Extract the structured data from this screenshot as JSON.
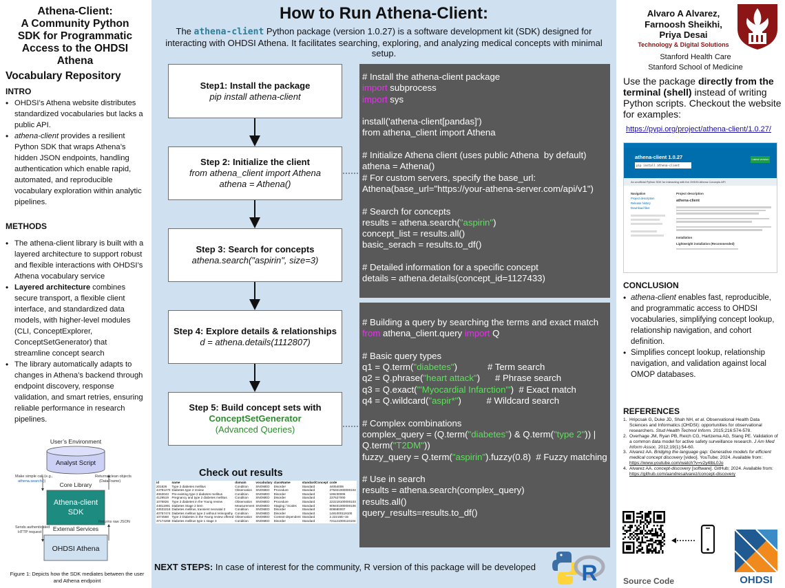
{
  "left": {
    "title_lines": [
      "Athena-Client:",
      "A Community Python",
      "SDK for Programmatic",
      "Access to the OHDSI",
      "Athena"
    ],
    "title_last": "Vocabulary Repository",
    "intro_heading": "INTRO",
    "intro": {
      "b1": "OHDSI’s Athena website distributes standardized vocabularies but lacks a public API.",
      "b2_em": "athena-client",
      "b2_rest": " provides a resilient Python SDK that wraps Athena’s hidden JSON endpoints, handling authentication which enable rapid, automated, and reproducible vocabulary exploration within analytic pipelines."
    },
    "methods_heading": "METHODS",
    "methods": {
      "b1": "The athena-client library is built with a layered architecture to support robust and flexible interactions with OHDSI’s Athena vocabulary service",
      "b2_bold": "Layered architecture",
      "b2_rest": " combines secure transport, a flexible client interface, and standardized data models, with higher-level modules (CLI, ConceptExplorer, ConceptSetGenerator) that streamline concept search",
      "b3": "The library automatically adapts to changes in Athena’s backend through endpoint discovery, response validation, and smart retries, ensuring reliable performance in research pipelines."
    },
    "figure": {
      "env": "User’s Environment",
      "analyst": "Analyst Script",
      "core": "Core Library",
      "sdk1": "Athena-client",
      "sdk2": "SDK",
      "ext": "External Services",
      "ohdsi": "OHDSI Athena",
      "call1": "Make simple call (e.g.,",
      "call2": "athena.search())",
      "ret1": "Returns clean objects",
      "ret2": "(DataFrame)",
      "http1": "Sends authenticated",
      "http2": "HTTP request",
      "json": "Returns raw JSON",
      "caption": "Figure 1: Depicts how the SDK mediates between the user and Athena endpoint"
    }
  },
  "center": {
    "title": "How to Run Athena-Client:",
    "intro_pre": "The ",
    "intro_pkg": "athena-client",
    "intro_post": " Python package (version 1.0.27) is a software development kit (SDK) designed for interacting with OHDSI Athena. It facilitates searching, exploring, and analyzing medical concepts with minimal setup.",
    "steps": [
      {
        "name": "Step1: Install the package",
        "code": "pip install athena-client"
      },
      {
        "name": "Step 2: Initialize the client",
        "code1": "from athena_client import Athena",
        "code2": "athena = Athena()"
      },
      {
        "name": "Step 3: Search for concepts",
        "code": "athena.search(\"aspirin\", size=3)"
      },
      {
        "name": "Step 4: Explore details & relationships",
        "code": "d = athena.details(1112807)"
      },
      {
        "name": "Step 5:  Build concept sets with",
        "green": "ConceptSetGenerator",
        "sub": "(Advanced Queries)"
      }
    ],
    "code1": {
      "c1": "# Install the athena-client package",
      "kw_import": "import",
      "m1": " subprocess",
      "m2": " sys",
      "l_install": "install('athena-client[pandas]')",
      "l_from": "from athena_client import Athena",
      "c2": "# Initialize Athena client (uses public Athena  by default)",
      "l_athena": "athena = Athena()",
      "c3": "# For custom servers, specify the base_url:",
      "l_custom": "Athena(base_url=\"https://your-athena-server.com/api/v1\")",
      "c4": "# Search for concepts",
      "l_res_pre": "results = athena.search(",
      "s_aspirin": "\"aspirin\"",
      "l_close": ")",
      "l_clist": "concept_list = results.all()",
      "l_basic": "basic_serach = results.to_df()",
      "c5": "# Detailed information for a specific concept",
      "l_details": "details = athena.details(concept_id=1127433)"
    },
    "code2": {
      "c1": "# Building a query by searching the terms and exact match",
      "kw_from": "from",
      "m_from": " athena_client.query ",
      "kw_import": "import",
      "m_q": " Q",
      "c2": "# Basic query types",
      "q1_pre": "q1 = Q.term(",
      "q1_s": "\"diabetes\"",
      "q1_post": ")            # Term search",
      "q2_pre": "q2 = Q.phrase(",
      "q2_s": "\"heart attack\"",
      "q2_post": ")      # Phrase search",
      "q3_pre": "q3 = Q.exact(",
      "q3_s": "'\"Myocardial Infarction\"'",
      "q3_post": ")  # Exact match",
      "q4_pre": "q4 = Q.wildcard(",
      "q4_s": "\"aspir*\"",
      "q4_post": ")          # Wildcard search",
      "c3": "# Complex combinations",
      "cx_pre": "complex_query = (Q.term(",
      "cx_s1": "\"diabetes\"",
      "cx_mid": ") & Q.term(",
      "cx_s2": "\"type 2\"",
      "cx_post": ")) | Q.term(",
      "cx_s3": "\"T2DM\"",
      "cx_end": "))",
      "fz_pre": "fuzzy_query = Q.term(",
      "fz_s": "\"aspirin\"",
      "fz_post": ").fuzzy(0.8)  # Fuzzy matching",
      "c4": "# Use in search",
      "r1": "results = athena.search(complex_query)",
      "r2": "results.all()",
      "r3": "query_results=results.to_df()"
    },
    "results_title": "Check out results",
    "table": {
      "headers": [
        "id",
        "name",
        "domain",
        "vocabulary",
        "className",
        "standardConcept",
        "code"
      ],
      "rows": [
        [
          "201826",
          "Type 2 diabetes mellitus",
          "Condition",
          "SNOMED",
          "Disorder",
          "Standard",
          "44054006"
        ],
        [
          "44791270",
          "Diabetes type 2 review",
          "Observation",
          "SNOMED",
          "Procedure",
          "Standard",
          "275321000000104"
        ],
        [
          "4063043",
          "Pre-existing type 2 diabetes mellitus",
          "Condition",
          "SNOMED",
          "Disorder",
          "Standard",
          "199230006"
        ],
        [
          "4129519",
          "Pregnancy and type 2 diabetes mellitus",
          "Condition",
          "SNOMED",
          "Disorder",
          "Standard",
          "237627000"
        ],
        [
          "1076826",
          "Type 2 diabetes in the Young review",
          "Observation",
          "SNOMED",
          "Procedure",
          "Standard",
          "222218100000103"
        ],
        [
          "44811991",
          "Diabetes Stage 2 item",
          "Measurement",
          "SNOMED",
          "Staging / Scales",
          "Standard",
          "909401000000106"
        ],
        [
          "43531016",
          "Diabetes mellitus, transient neonatal 2",
          "Condition",
          "SNOMED",
          "Disorder",
          "Standard",
          "608680007"
        ],
        [
          "40757474",
          "Diabetes mellitus type 2 without retinopathy",
          "Condition",
          "SNOMED",
          "Disorder",
          "Standard",
          "1481000119100"
        ],
        [
          "1074568",
          "Type 2 Diabetes in the Young review offered",
          "Observation",
          "SNOMED",
          "Context-dependent",
          "Standard",
          "2.22215E+15"
        ],
        [
          "37174268",
          "Diabetes mellitus type 1 stage 3",
          "Condition",
          "SNOMED",
          "Disorder",
          "Standard",
          "721121000124104"
        ]
      ]
    },
    "next_label": "NEXT STEPS:",
    "next_text": " In case of interest for the community, R version of this package will be developed",
    "r_letter": "R"
  },
  "right": {
    "authors": [
      "Alvaro A Alvarez,",
      "Farnoosh Sheikhi,",
      "Priya Desai"
    ],
    "org": "Technology & Digital Solutions",
    "aff1": "Stanford Health Care",
    "aff2": "Stanford School of Medicine",
    "use_pre": "Use the package ",
    "use_bold": "directly from the terminal (shell)",
    "use_post": " instead of writing Python scripts. Checkout the website for examples:",
    "pypi_url": "https://pypi.org/project/athena-client/1.0.27/",
    "pypi": {
      "pkg": "athena-client 1.0.27",
      "install": "pip install athena-client",
      "latest": "Latest version",
      "desc": "An unofficial Python SDK for interacting with the OHDSI Athena Concepts API",
      "nav": "Navigation",
      "nav1": "Project description",
      "nav2": "Release history",
      "nav3": "Download files",
      "proj_desc": "Project description",
      "title": "athena-client",
      "install_h": "Installation",
      "light": "Lightweight installation (Recommended)"
    },
    "conc_heading": "CONCLUSION",
    "conc1_em": "athena-client",
    "conc1_rest": " enables fast, reproducible, and programmatic access to OHDSI vocabularies, simplifying concept lookup, relationship navigation, and cohort definition.",
    "conc2": "Simplifies concept lookup, relationship navigation, and validation against local OMOP databases.",
    "ref_heading": "REFERENCES",
    "refs": [
      {
        "n": "1.",
        "a": "Hripcsak G, Duke JD, Shah NH, ",
        "ital": "et al.",
        "b": " Observational Health Data Sciences and Informatics (OHDSI): opportunities for observational researchers. ",
        "ital2": "Stud Health Technol Inform.",
        "c": " 2015;216:574-578."
      },
      {
        "n": "2.",
        "a": "Overhage JM, Ryan PB, Reich CG, Hartzema AG, Stang PE. Validation of a common data model for active safety surveillance research. ",
        "ital": "J Am Med Inform Assoc.",
        "b": " 2012;19(1):54-60."
      },
      {
        "n": "3.",
        "a": "Alvarez AA. ",
        "ital": "Bridging the language gap: Generative models for efficient medical concept discovery",
        "b": " [video]. YouTube; 2024. Available from: ",
        "link": "https://www.youtube.com/watch?v=v2y4lbL0Jo"
      },
      {
        "n": "4.",
        "a": "Alvarez AA. ",
        "ital": "concept-discovery",
        "b": " [software]. GitHub; 2024. Available from: ",
        "link": "https://github.com/aandresalvarez/concept-discovery"
      }
    ],
    "source_code": "Source Code",
    "ohdsi": "OHDSI"
  }
}
